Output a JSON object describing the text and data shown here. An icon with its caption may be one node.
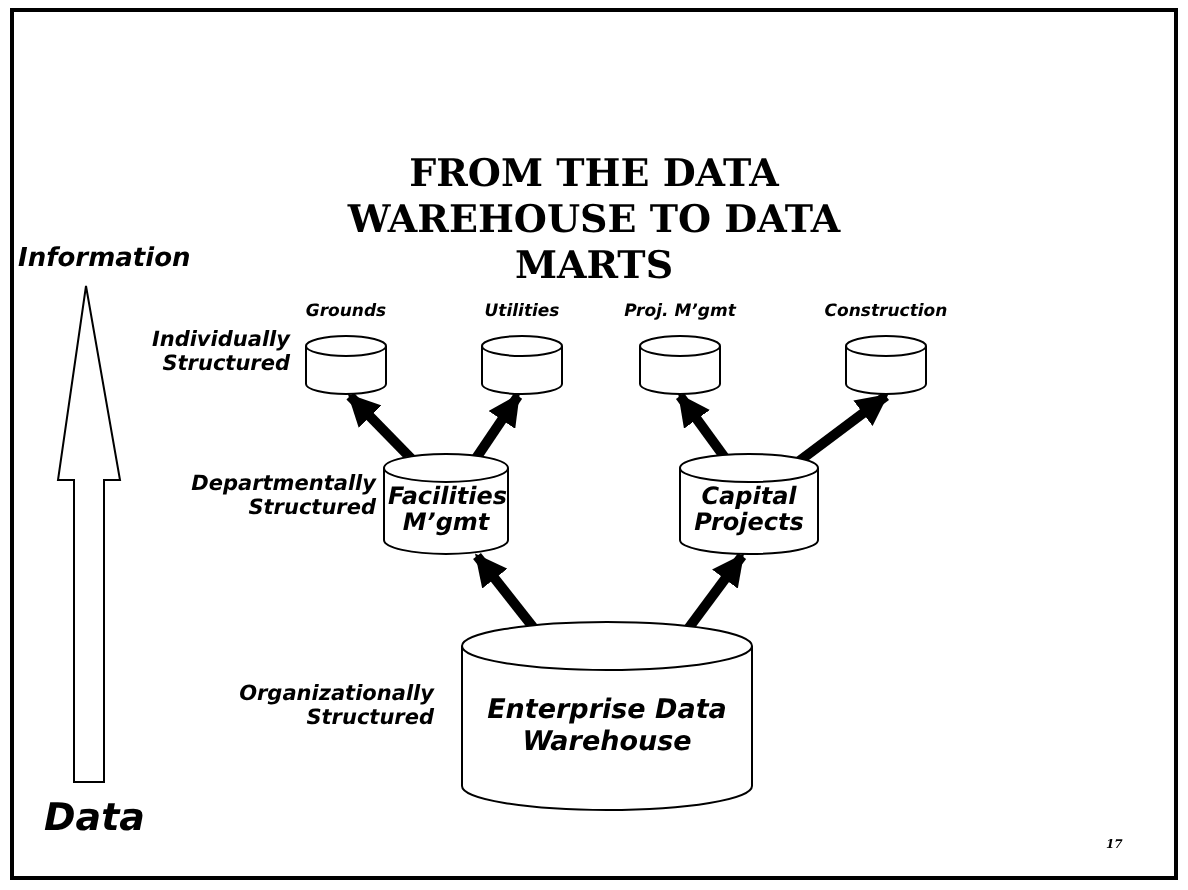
{
  "diagram": {
    "title": "FROM THE DATA WAREHOUSE TO DATA MARTS",
    "nodes": [
      {
        "text": [
          "Grounds"
        ]
      },
      {
        "text": [
          "Utilities"
        ]
      },
      {
        "text": [
          "Proj. M’gmt"
        ]
      },
      {
        "text": [
          "Construction"
        ]
      },
      {
        "text": [
          "Facilities M’gmt"
        ]
      },
      {
        "text": [
          "Capital Projects"
        ]
      },
      {
        "text": [
          "Enterprise Data Warehouse"
        ]
      }
    ],
    "edges": [
      {
        "from": 4,
        "to": 0,
        "arrow": "to"
      },
      {
        "from": 4,
        "to": 1,
        "arrow": "to"
      },
      {
        "from": 5,
        "to": 2,
        "arrow": "to"
      },
      {
        "from": 5,
        "to": 3,
        "arrow": "to"
      },
      {
        "from": 6,
        "to": 4,
        "arrow": "to"
      },
      {
        "from": 6,
        "to": 5,
        "arrow": "to"
      }
    ],
    "labels": [
      "Information",
      "Individually Structured",
      "Departmentally Structured",
      "Organizationally Structured",
      "Data",
      "17"
    ]
  }
}
